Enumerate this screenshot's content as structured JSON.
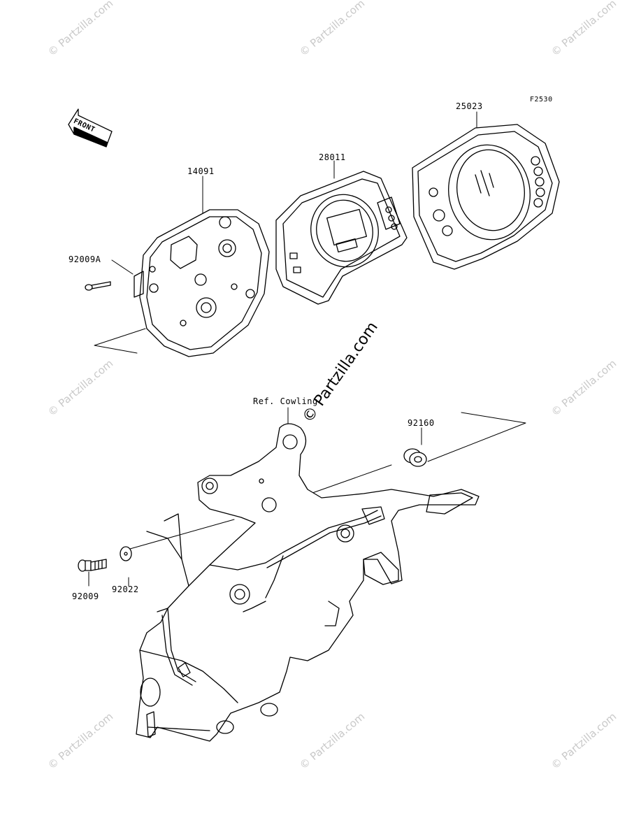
{
  "diagram_code": "F2530",
  "front_label": "FRONT",
  "parts": {
    "p25023": "25023",
    "p28011": "28011",
    "p14091": "14091",
    "p92009A": "92009A",
    "ref_cowling": "Ref. Cowling",
    "p92160": "92160",
    "p92009": "92009",
    "p92022": "92022"
  },
  "watermark": "© Partzilla.com"
}
